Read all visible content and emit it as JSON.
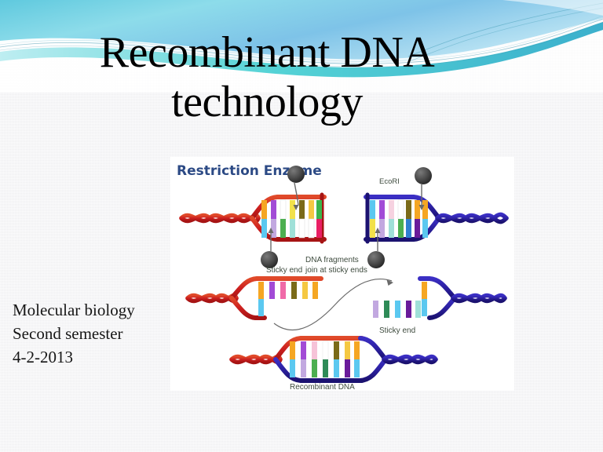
{
  "slide": {
    "title_line1": "Recombinant DNA",
    "title_line2": "technology",
    "subtitle": {
      "course": "Molecular biology",
      "term": "Second semester",
      "date": "4-2-2013"
    }
  },
  "theme": {
    "background": "#f4f4f6",
    "wave_light": "#bfe8f2",
    "wave_mid": "#5ec5dd",
    "wave_deep": "#2aa7c6",
    "wave_teal": "#3fd0cf",
    "title_color": "#000000",
    "subtitle_color": "#161616"
  },
  "figure": {
    "title": "Restriction Enzyme",
    "enzyme_label": "EcoRI",
    "sticky_end_left": "Sticky end",
    "sticky_end_right": "Sticky end",
    "join_note_line1": "DNA fragments",
    "join_note_line2": "join at sticky ends",
    "result_label": "Recombinant DNA",
    "colors": {
      "title_blue": "#2c4a85",
      "label_text": "#3d4a3d",
      "dna_red": "#cc1f1f",
      "dna_blue": "#2b1f9e",
      "enzyme_dark": "#3a3a3a",
      "arrow_gray": "#6a6a6a",
      "frame_white": "#ffffff"
    },
    "base_pair_palette": [
      "#f5a623",
      "#a24bd6",
      "#f06aa8",
      "#7a6a18",
      "#f5c842",
      "#f5a623",
      "#3cb44b",
      "#5bc8f0",
      "#c2a8e0",
      "#4caf50",
      "#9fe0d8",
      "#ffffff",
      "#8e24aa",
      "#e91e63"
    ]
  }
}
